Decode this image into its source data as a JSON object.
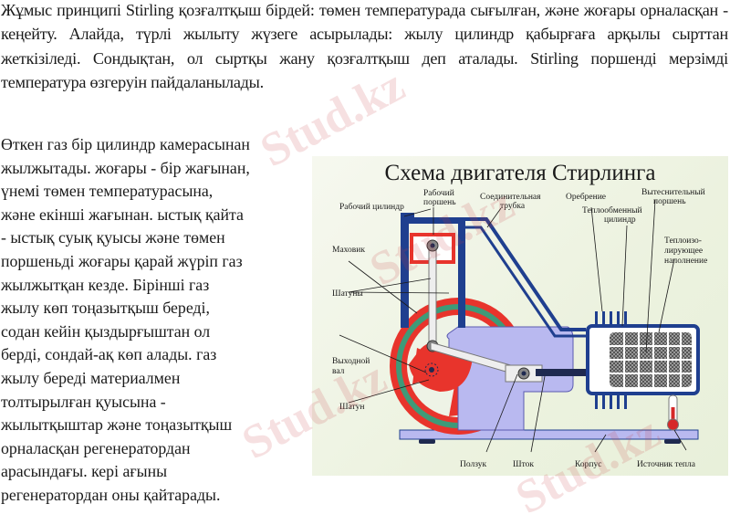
{
  "intro_paragraph": "Жұмыс принципі Stirling қозғалтқыш бірдей: төмен температурада сығылған, және жоғары орналасқан - кеңейту. Алайда, түрлі жылыту жүзеге асырылады: жылу цилиндр қабырғаға арқылы сырттан жеткізіледі. Сондықтан, ол сыртқы жану қозғалтқыш деп аталады. Stirling поршенді мерзімді температура өзгеруін пайдаланылады.",
  "side_paragraph_lines": [
    "Өткен газ бір цилиндр камерасынан",
    "жылжытады. жоғары - бір жағынан,",
    "үнемі төмен температурасына,",
    "және екінші жағынан. ыстық қайта",
    "- ыстық суық қуысы және төмен",
    "поршеньді жоғары қарай жүріп газ",
    "жылжытқан кезде. Бірінші газ",
    "жылу көп тоңазытқыш береді,",
    "содан кейін қыздырғыштан ол",
    "берді, сондай-ақ көп алады. газ",
    "жылу береді материалмен",
    "толтырылған қуысына -",
    "жылытқыштар және тоңазытқыш",
    "орналасқан регенератордан",
    "арасындағы. кері ағыны",
    "регенератордан оны қайтарады."
  ],
  "figure": {
    "title": "Схема двигателя Стирлинга",
    "labels": {
      "working_cylinder": "Рабочий цилиндр",
      "working_piston_1": "Рабочий",
      "working_piston_2": "поршень",
      "connecting_tube_1": "Соединительная",
      "connecting_tube_2": "трубка",
      "fins": "Оребрение",
      "displacer_piston_1": "Вытеснительный",
      "displacer_piston_2": "поршень",
      "heat_exchange_cylinder_1": "Теплообменный",
      "heat_exchange_cylinder_2": "цилиндр",
      "insulating_filler_1": "Теплоизо-",
      "insulating_filler_2": "лирующее",
      "insulating_filler_3": "наполнение",
      "flywheel": "Маховик",
      "connecting_rods": "Шатуны",
      "output_shaft_1": "Выходной",
      "output_shaft_2": "вал",
      "connecting_rod": "Шатун",
      "slider": "Ползук",
      "rod": "Шток",
      "housing": "Корпус",
      "heat_source": "Источник тепла"
    },
    "colors": {
      "frame_blue": "#1f3f8f",
      "body_lavender": "#b9b9f0",
      "flywheel_red": "#e8342c",
      "flywheel_green": "#3e9a78",
      "grid_gray": "#6e6e6e"
    }
  },
  "watermark": "Stud.kz"
}
